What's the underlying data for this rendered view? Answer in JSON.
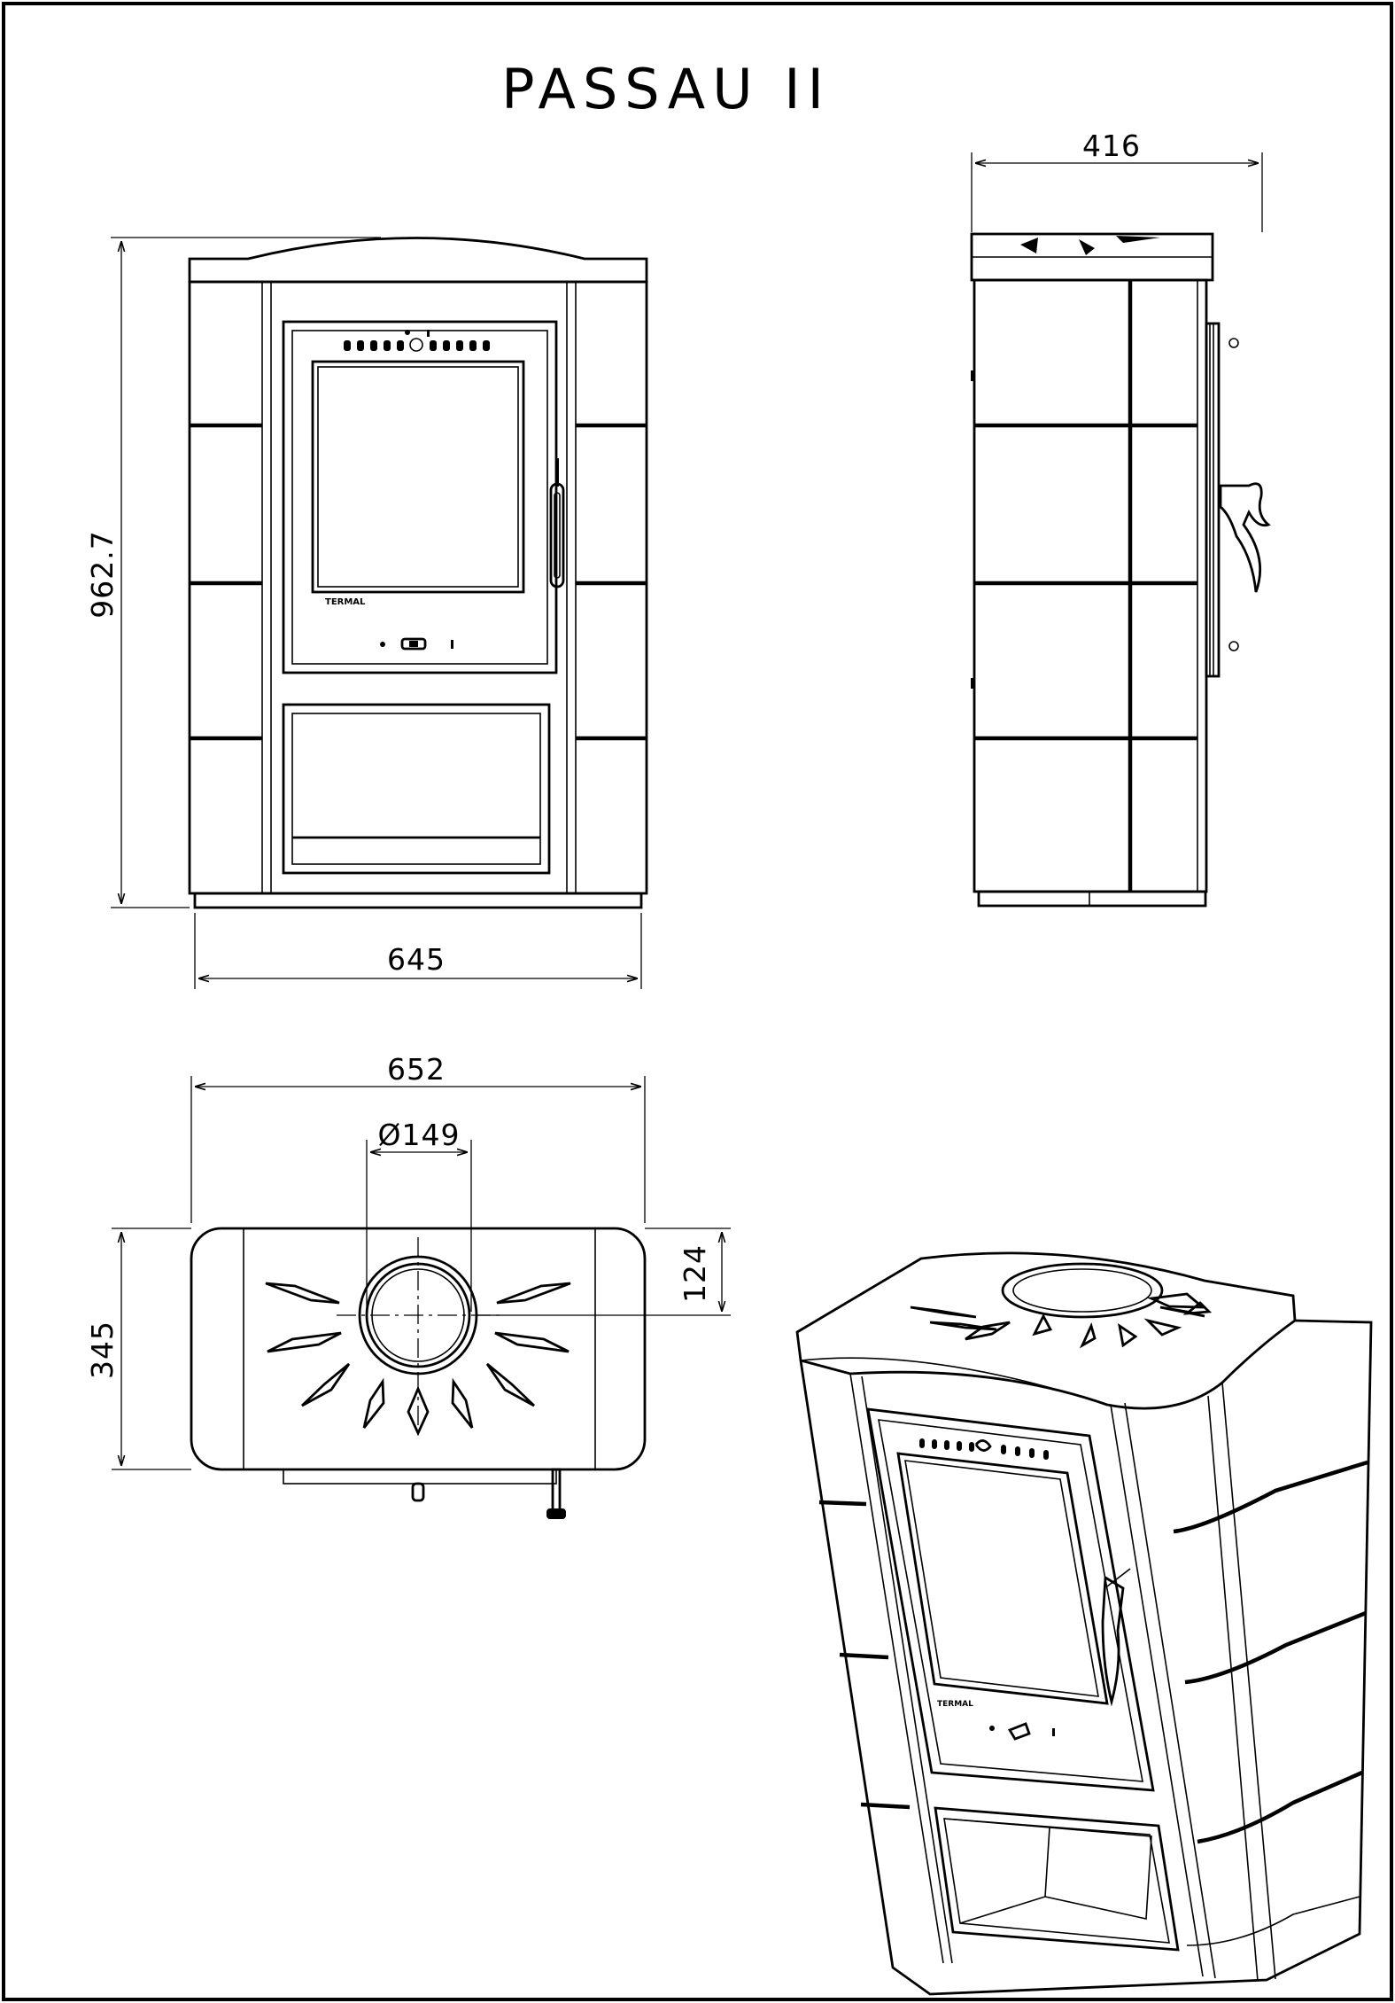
{
  "title": "PASSAU II",
  "dimensions": {
    "front_height": "962.7",
    "front_width": "645",
    "side_depth": "416",
    "top_width": "652",
    "flue_diameter": "Ø149",
    "flue_offset": "124",
    "top_depth": "345"
  },
  "views": {
    "front": {
      "brand_plate": "TERMAL"
    },
    "iso": {
      "brand_plate": "TERMAL"
    }
  }
}
